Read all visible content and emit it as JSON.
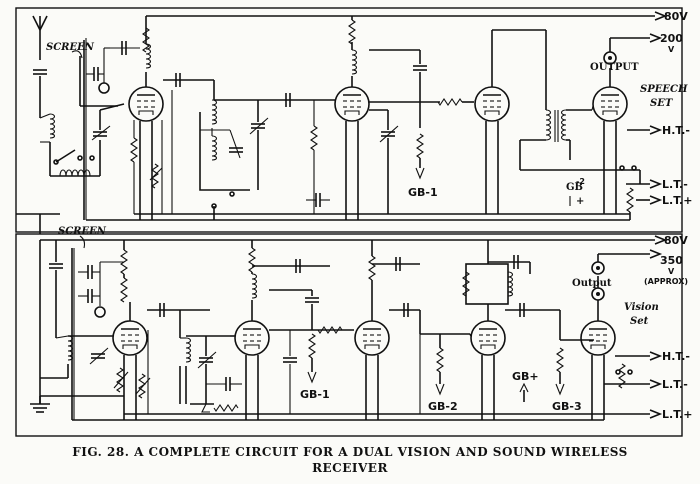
{
  "labels": {
    "screen_top": "SCREEN",
    "screen_bottom": "SCREEN",
    "output_top": "OUTPUT",
    "output_bottom": "Output",
    "speech_set_1": "SPEECH",
    "speech_set_2": "SET",
    "vision_set_1": "Vision",
    "vision_set_2": "Set",
    "gb1_top": "GB-1",
    "gb2_top_a": "GB",
    "gb2_top_b": "-2",
    "gb2_top_plus": "+",
    "gb1_bottom": "GB-1",
    "gb2_bottom": "GB-2",
    "gbplus_bottom": "GB+",
    "gb3_bottom": "GB-3"
  },
  "rails": {
    "top_80v": "80V",
    "top_200v": "200",
    "top_200v_unit": "V",
    "top_ht": "H.T.-",
    "top_lt_minus": "L.T.-",
    "top_lt_plus": "L.T.+",
    "bot_80v": "80V",
    "bot_350v": "350",
    "bot_350v_unit": "V",
    "bot_approx": "(APPROX)",
    "bot_ht": "H.T.-",
    "bot_lt_minus": "L.T.-",
    "bot_lt_plus": "L.T.+"
  },
  "caption": {
    "line1": "FIG. 28. A COMPLETE CIRCUIT FOR A DUAL VISION AND SOUND WIRELESS",
    "line2": "RECEIVER"
  }
}
